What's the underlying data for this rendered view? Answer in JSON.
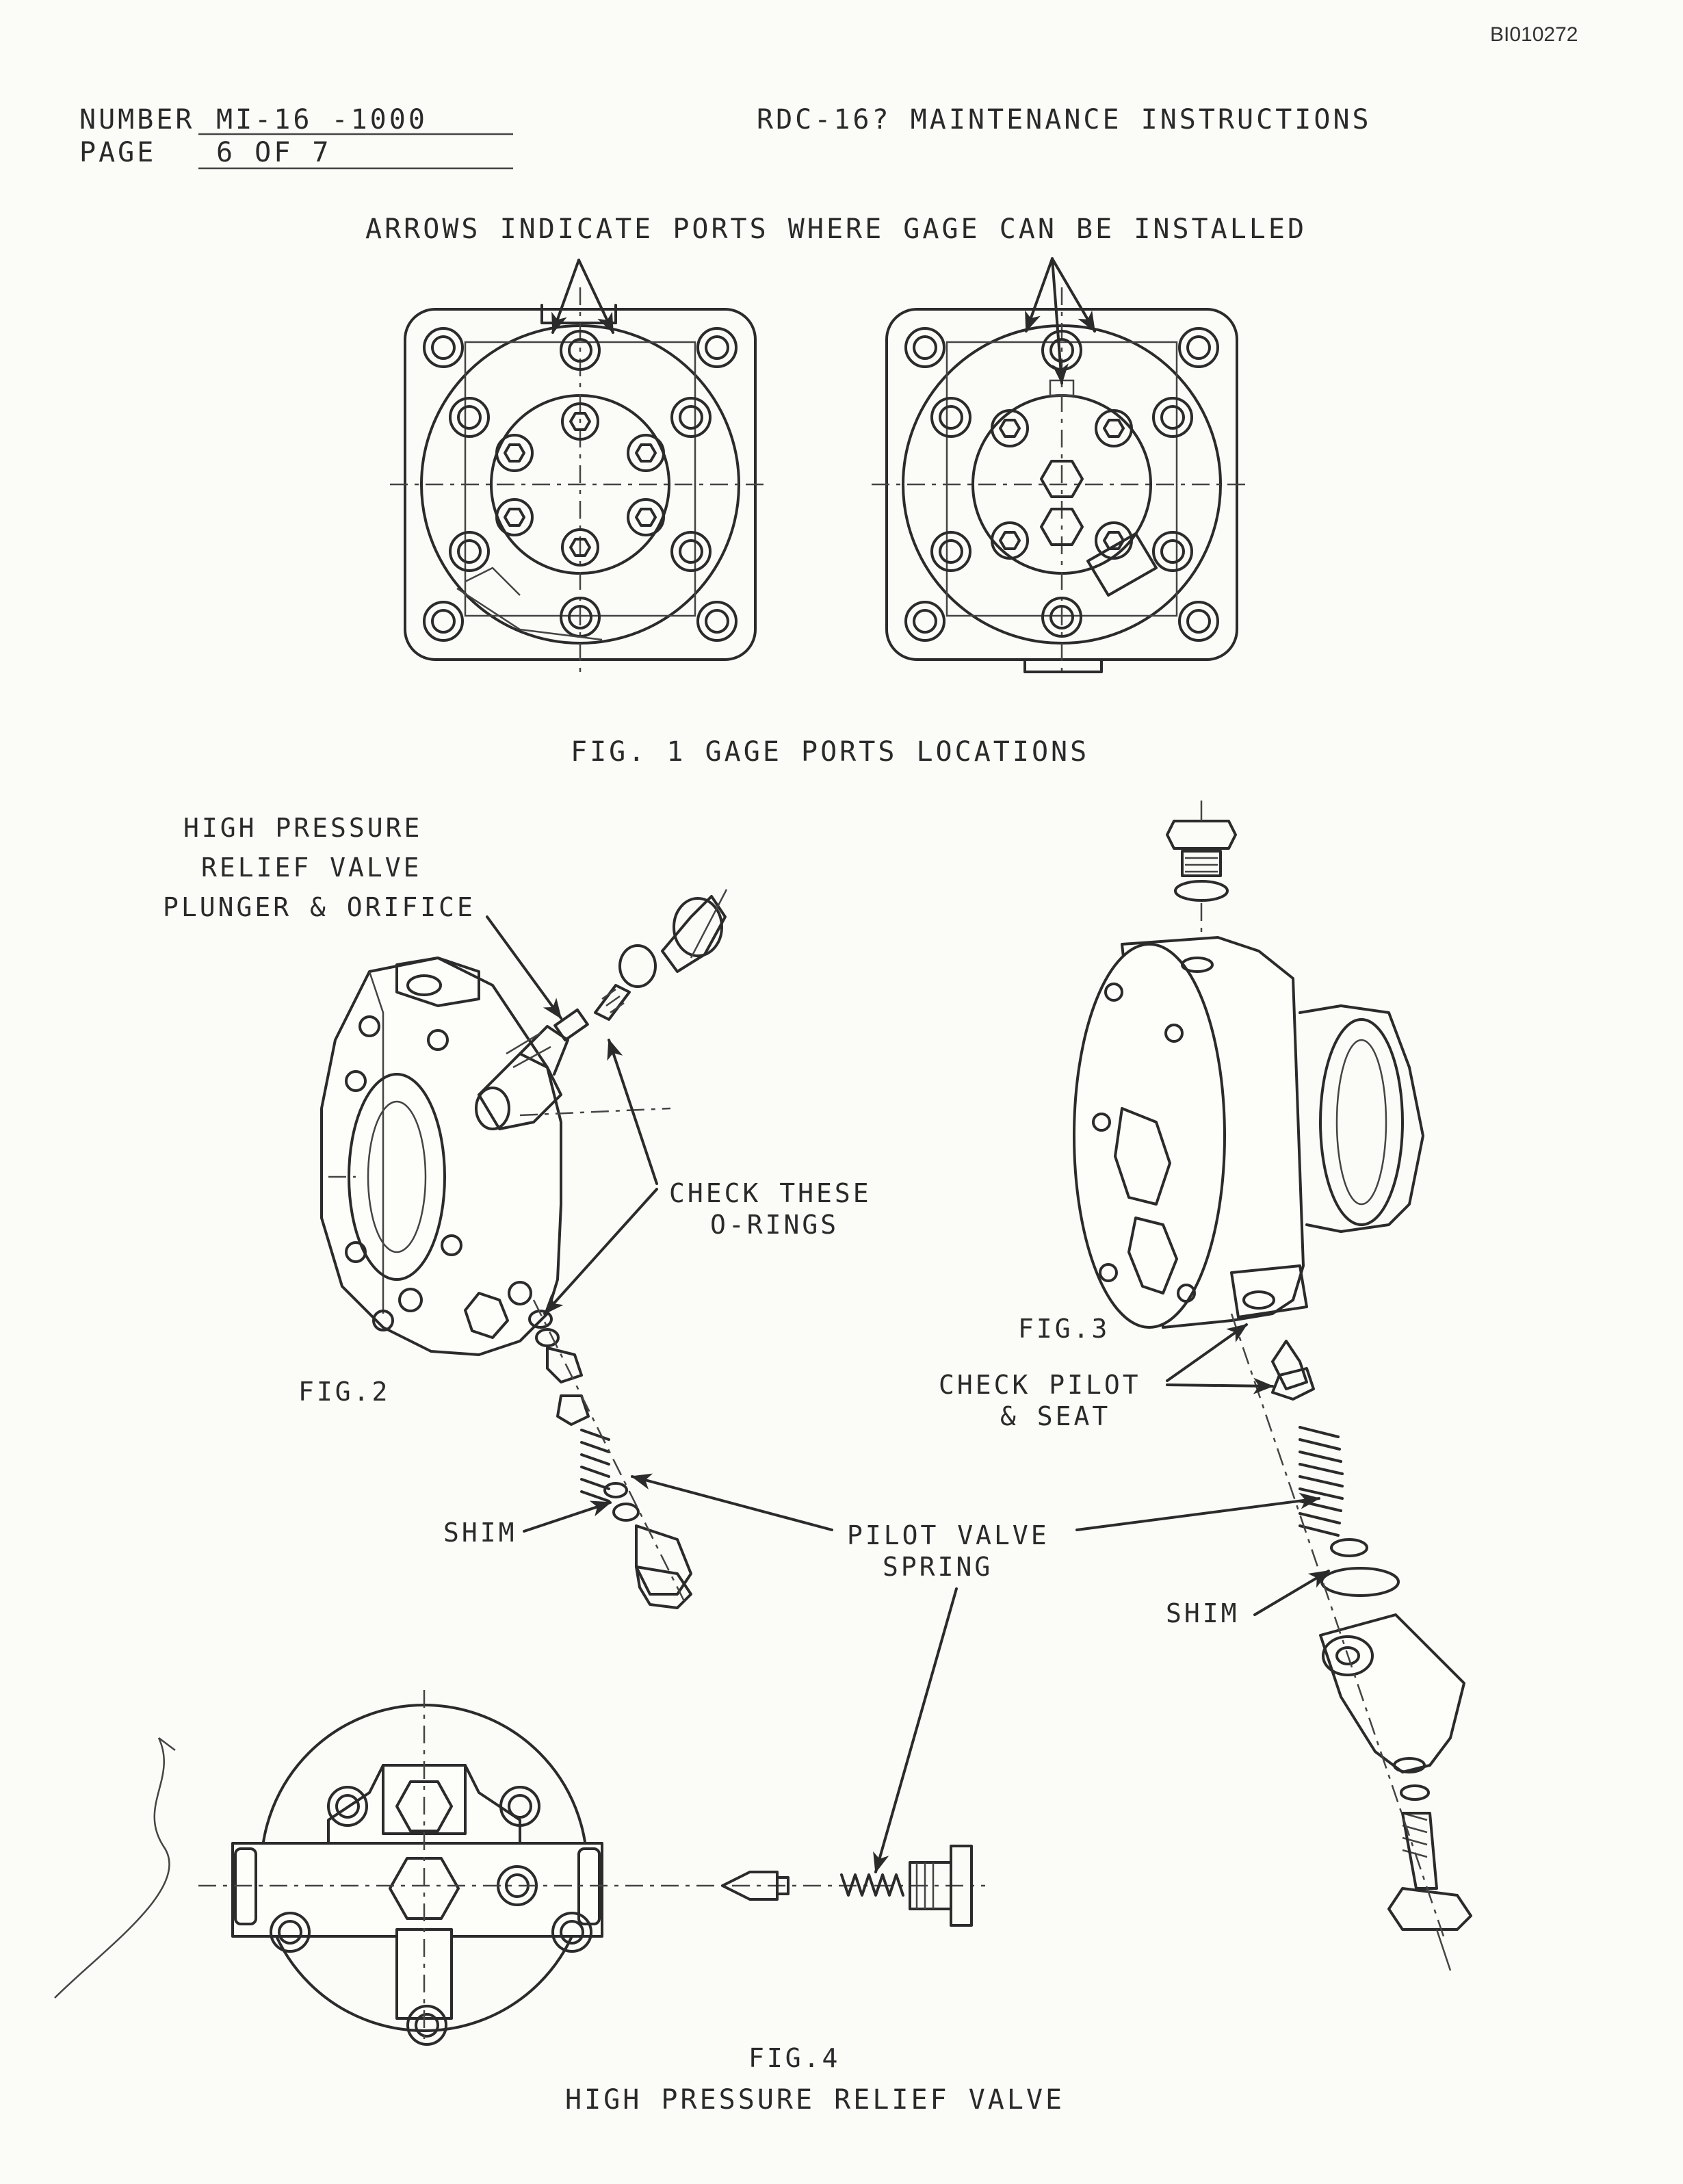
{
  "document_id": "BI010272",
  "header": {
    "number_label": "NUMBER",
    "number_value": "MI-16 -1000",
    "page_label": "PAGE",
    "page_value": "6 OF 7",
    "title": "RDC-16? MAINTENANCE INSTRUCTIONS"
  },
  "fig1": {
    "note": "ARROWS INDICATE PORTS WHERE GAGE CAN BE INSTALLED",
    "caption": "FIG. 1 GAGE PORTS LOCATIONS"
  },
  "fig2": {
    "caption": "FIG.2",
    "label_relief_valve": [
      "HIGH PRESSURE",
      "RELIEF VALVE",
      "PLUNGER & ORIFICE"
    ],
    "label_check_orings": [
      "CHECK THESE",
      "O-RINGS"
    ],
    "label_shim": "SHIM"
  },
  "shared": {
    "label_pilot_spring": [
      "PILOT VALVE",
      "SPRING"
    ]
  },
  "fig3": {
    "caption": "FIG.3",
    "label_check_pilot": [
      "CHECK PILOT",
      "& SEAT"
    ],
    "label_shim": "SHIM"
  },
  "fig4": {
    "caption": "FIG.4",
    "subtitle": "HIGH PRESSURE RELIEF VALVE"
  },
  "colors": {
    "paper": "#fbfbf8",
    "ink": "#2a2a2a"
  }
}
